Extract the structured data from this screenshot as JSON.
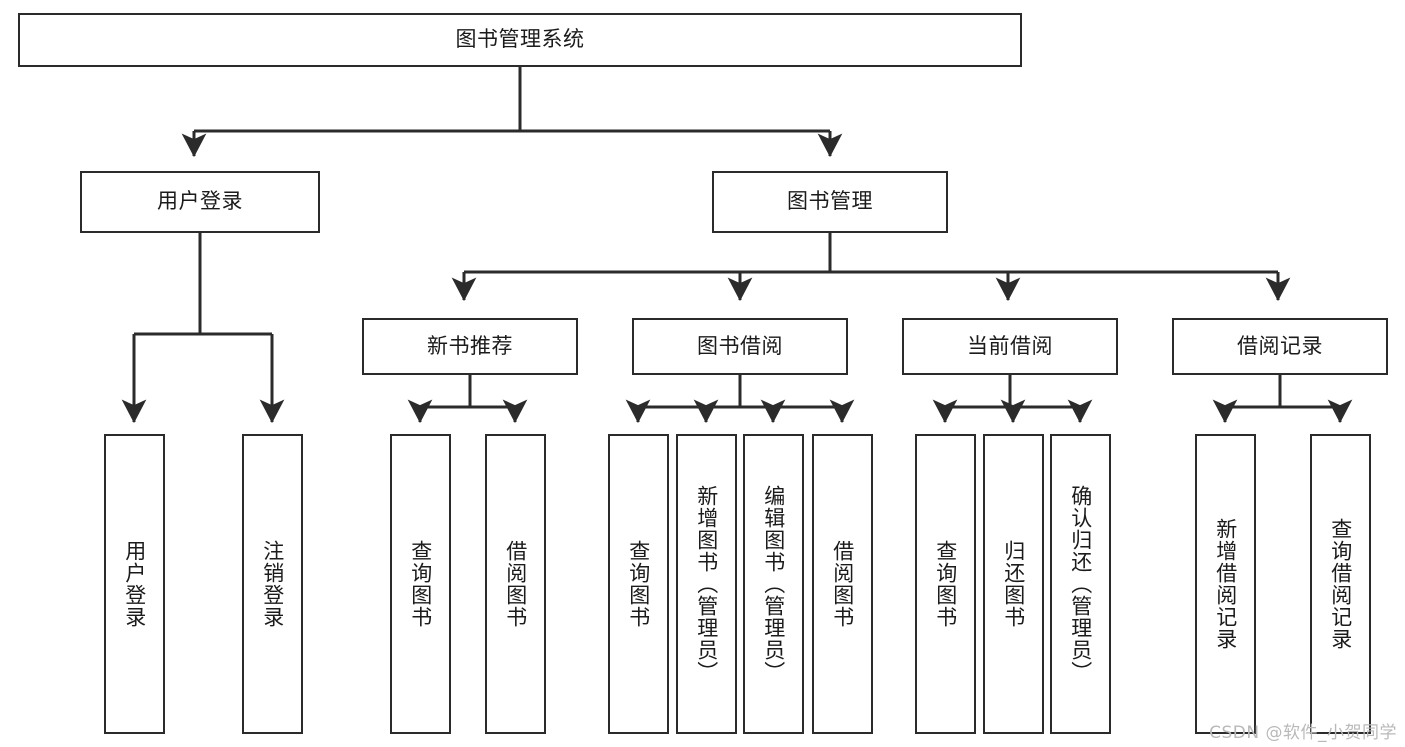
{
  "diagram": {
    "type": "tree-hierarchy",
    "title": "图书管理系统",
    "watermark": "CSDN @软件_小贺同学",
    "colors": {
      "stroke": "#2b2b2b",
      "fill": "#ffffff",
      "text": "#1b1b1b",
      "watermark": "#b9b9b9"
    },
    "levels": {
      "root": {
        "label": "图书管理系统"
      },
      "level2": [
        {
          "label": "用户登录"
        },
        {
          "label": "图书管理"
        }
      ],
      "level3": [
        {
          "label": "新书推荐"
        },
        {
          "label": "图书借阅"
        },
        {
          "label": "当前借阅"
        },
        {
          "label": "借阅记录"
        }
      ],
      "leaves": [
        {
          "label": "用户登录",
          "parent": "用户登录"
        },
        {
          "label": "注销登录",
          "parent": "用户登录"
        },
        {
          "label": "查询图书",
          "parent": "新书推荐"
        },
        {
          "label": "借阅图书",
          "parent": "新书推荐"
        },
        {
          "label": "查询图书",
          "parent": "图书借阅"
        },
        {
          "label": "新增图书（管理员）",
          "parent": "图书借阅"
        },
        {
          "label": "编辑图书（管理员）",
          "parent": "图书借阅"
        },
        {
          "label": "借阅图书",
          "parent": "图书借阅"
        },
        {
          "label": "查询图书",
          "parent": "当前借阅"
        },
        {
          "label": "归还图书",
          "parent": "当前借阅"
        },
        {
          "label": "确认归还（管理员）",
          "parent": "当前借阅"
        },
        {
          "label": "新增借阅记录",
          "parent": "借阅记录"
        },
        {
          "label": "查询借阅记录",
          "parent": "借阅记录"
        }
      ]
    }
  }
}
